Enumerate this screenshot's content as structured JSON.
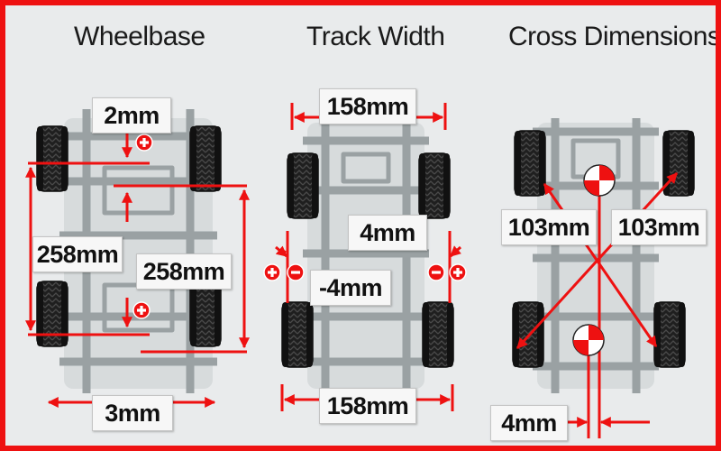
{
  "panels": {
    "wheelbase": {
      "title": "Wheelbase",
      "top_diff": "2mm",
      "left_length": "258mm",
      "right_length": "258mm",
      "bottom_offset": "3mm"
    },
    "track_width": {
      "title": "Track Width",
      "front_width": "158mm",
      "front_diff": "4mm",
      "rear_diff": "-4mm",
      "rear_width": "158mm"
    },
    "cross_dimensions": {
      "title": "Cross Dimensions",
      "left_diagonal": "103mm",
      "right_diagonal": "103mm",
      "center_offset": "4mm"
    }
  },
  "colors": {
    "accent": "#ee1111",
    "tire": "#1d1d1d",
    "chassis": "#9aa1a3",
    "background": "#e9ebec"
  }
}
